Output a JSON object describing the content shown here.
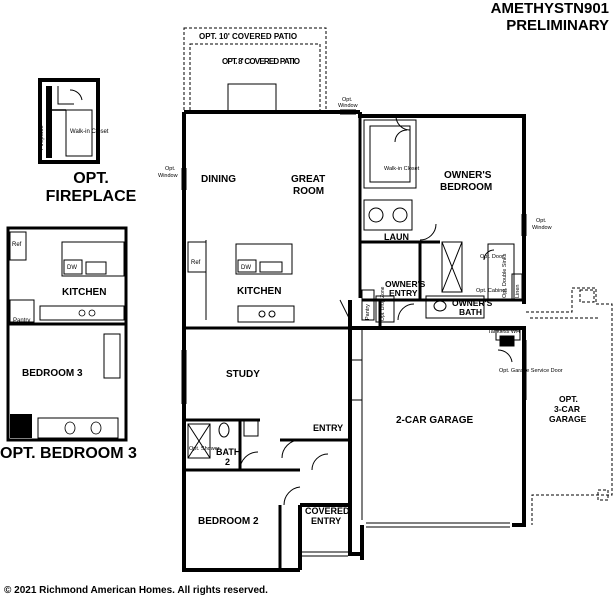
{
  "header": {
    "plan_name": "AMETHYSTN901",
    "status": "PRELIMINARY"
  },
  "copyright": "© 2021 Richmond American Homes. All rights reserved.",
  "options": {
    "fireplace_title": "OPT. FIREPLACE",
    "bedroom3_title": "OPT. BEDROOM 3"
  },
  "fireplace_inset": {
    "fireplace": "Fireplace",
    "walkin_closet": "Walk-in Closet"
  },
  "bedroom3_inset": {
    "ref": "Ref",
    "dw": "DW",
    "kitchen": "KITCHEN",
    "pantry": "Pantry",
    "bedroom3": "BEDROOM 3"
  },
  "rooms": {
    "opt_covered_patio_10": "OPT. 10' COVERED PATIO",
    "opt_covered_patio_8": "OPT. 8' COVERED PATIO",
    "dining": "DINING",
    "great_room": "GREAT ROOM",
    "kitchen": "KITCHEN",
    "study": "STUDY",
    "bath2": "BATH 2",
    "bedroom2": "BEDROOM 2",
    "entry": "ENTRY",
    "covered_entry": "COVERED ENTRY",
    "owners_bedroom": "OWNER'S BEDROOM",
    "laun": "LAUN",
    "owners_entry": "OWNER'S ENTRY",
    "owners_bath": "OWNER'S BATH",
    "garage_2car": "2-CAR GARAGE",
    "opt_garage_3car": "OPT. 3-CAR GARAGE"
  },
  "fixtures": {
    "ref": "Ref",
    "dw": "DW",
    "pantry": "Pantry",
    "walkin_closet": "Walk-in Closet",
    "opt_window": "Opt. Window",
    "opt_shower": "Opt. Shower",
    "opt_door": "Opt. Door",
    "opt_double_sinks": "Opt. Double Sinks",
    "opt_cabinet": "Opt. Cabinet",
    "linen": "Linen",
    "tankless_wh": "Tankless WH",
    "opt_garage_service_door": "Opt. Garage Service Door",
    "opt_drop_zone": "Opt. Drop Zone"
  }
}
